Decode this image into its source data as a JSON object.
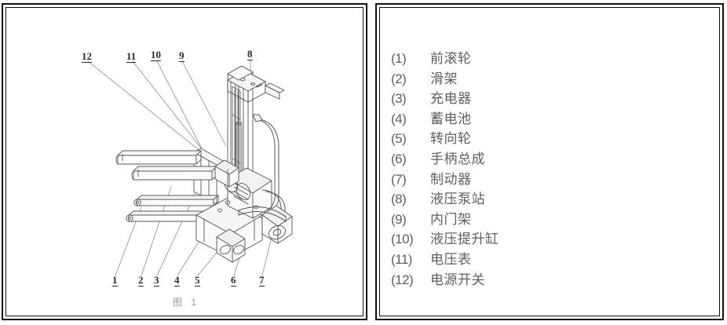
{
  "figure": {
    "caption": "图 1",
    "callouts": [
      {
        "id": "12",
        "label": "12"
      },
      {
        "id": "11",
        "label": "11"
      },
      {
        "id": "10",
        "label": "10"
      },
      {
        "id": "9",
        "label": "9"
      },
      {
        "id": "8",
        "label": "8"
      },
      {
        "id": "1",
        "label": "1"
      },
      {
        "id": "2",
        "label": "2"
      },
      {
        "id": "3",
        "label": "3"
      },
      {
        "id": "4",
        "label": "4"
      },
      {
        "id": "5",
        "label": "5"
      },
      {
        "id": "6",
        "label": "6"
      },
      {
        "id": "7",
        "label": "7"
      }
    ]
  },
  "legend": {
    "items": [
      {
        "num": "(1)",
        "label": "前滚轮"
      },
      {
        "num": "(2)",
        "label": "滑架"
      },
      {
        "num": "(3)",
        "label": "充电器"
      },
      {
        "num": "(4)",
        "label": "蓄电池"
      },
      {
        "num": "(5)",
        "label": "转向轮"
      },
      {
        "num": "(6)",
        "label": "手柄总成"
      },
      {
        "num": "(7)",
        "label": "制动器"
      },
      {
        "num": "(8)",
        "label": "液压泵站"
      },
      {
        "num": "(9)",
        "label": "内门架"
      },
      {
        "num": "(10)",
        "label": "液压提升缸"
      },
      {
        "num": "(11)",
        "label": "电压表"
      },
      {
        "num": "(12)",
        "label": "电源开关"
      }
    ]
  },
  "colors": {
    "border": "#111111",
    "legend_text": "#5a6068",
    "callout_text": "#2b2b2b",
    "line_art": "#4a4a4a",
    "caption_text": "#9a9a9a"
  }
}
